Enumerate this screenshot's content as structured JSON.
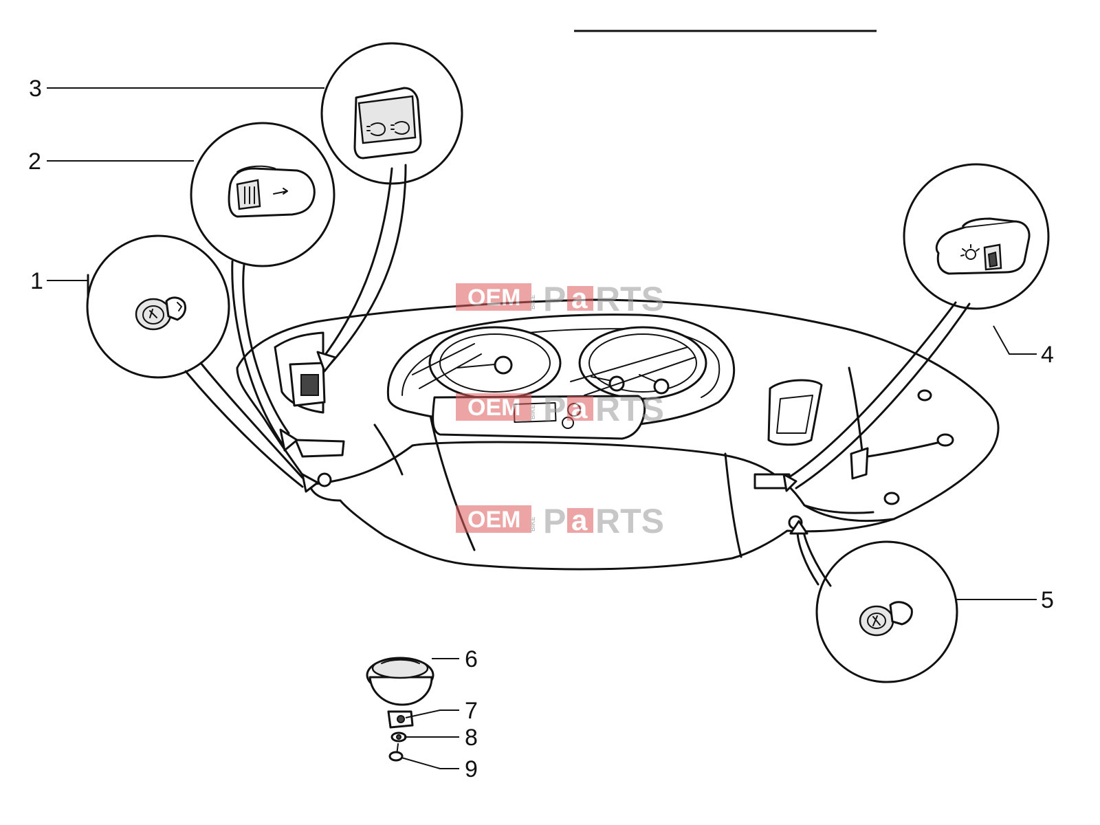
{
  "diagram": {
    "callouts": [
      {
        "id": "1",
        "label": "1"
      },
      {
        "id": "2",
        "label": "2"
      },
      {
        "id": "3",
        "label": "3"
      },
      {
        "id": "4",
        "label": "4"
      },
      {
        "id": "5",
        "label": "5"
      },
      {
        "id": "6",
        "label": "6"
      },
      {
        "id": "7",
        "label": "7"
      },
      {
        "id": "8",
        "label": "8"
      },
      {
        "id": "9",
        "label": "9"
      }
    ]
  },
  "watermark": {
    "oem": "OEM",
    "bike": "BIKE",
    "p": "P",
    "a": "a",
    "rts": "RTS",
    "brand_red": "#e05a5a",
    "text_grey": "#9a9a9a"
  }
}
